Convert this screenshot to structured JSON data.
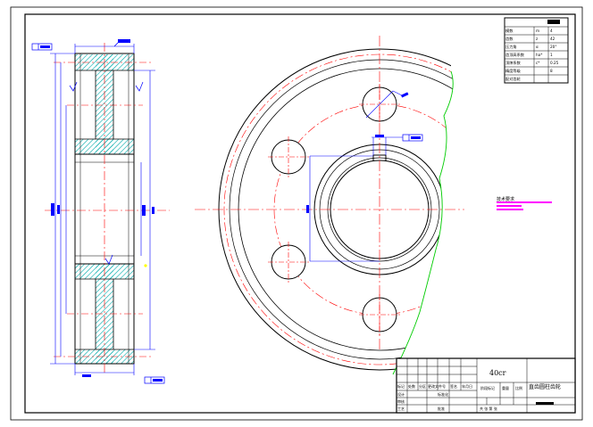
{
  "title_block": {
    "material": "40cr",
    "drawing_name": "直齿圆柱齿轮",
    "header_cells": [
      "标记",
      "处数",
      "分区",
      "更改文件号",
      "签名",
      "年月日"
    ],
    "design_label": "设计",
    "standardize_label": "标准化",
    "stage_label": "阶段标记",
    "weight_label": "重量",
    "scale_label": "比例",
    "review_label": "审核",
    "process_label": "工艺",
    "approve_label": "批准",
    "sheet_info": "共 张 第 张"
  },
  "tech_requirements_label": "技术要求",
  "parameter_table": {
    "rows": [
      [
        "模数",
        "m",
        "4"
      ],
      [
        "齿数",
        "z",
        "42"
      ],
      [
        "压力角",
        "α",
        "20°"
      ],
      [
        "齿顶高系数",
        "ha*",
        "1"
      ],
      [
        "顶隙系数",
        "c*",
        "0.25"
      ],
      [
        "精度等级",
        "",
        "8"
      ],
      [
        "配对齿轮",
        "",
        ""
      ]
    ]
  },
  "colors": {
    "outline": "#000000",
    "centerline": "#ff0000",
    "dimension": "#0000ff",
    "hatch": "#00aaaa",
    "break_line": "#00cc00",
    "note": "#ff00ff",
    "marker": "#ffff00"
  }
}
